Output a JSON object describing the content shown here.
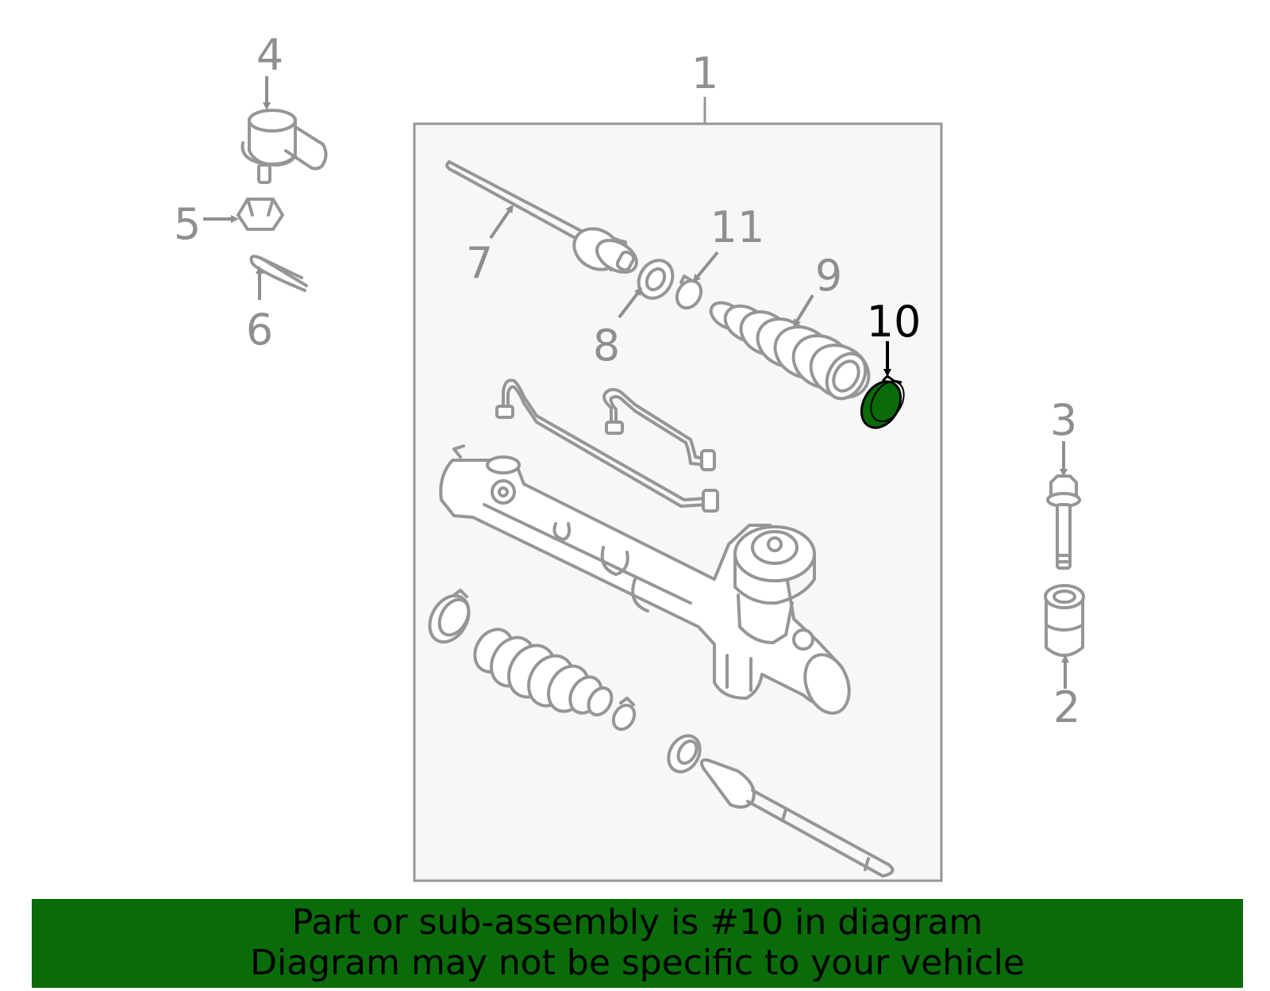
{
  "labels": {
    "l1": "1",
    "l2": "2",
    "l3": "3",
    "l4": "4",
    "l5": "5",
    "l6": "6",
    "l7": "7",
    "l8": "8",
    "l9": "9",
    "l10": "10",
    "l11": "11"
  },
  "highlight": {
    "part_number": "10",
    "color": "#0a6b0a"
  },
  "banner": {
    "line1": "Part or sub-assembly is #10 in diagram",
    "line2": "Diagram may not be specific to your vehicle"
  },
  "colors": {
    "line": "#969696",
    "label": "#8f8f8f",
    "box_fill": "#f7f7f7",
    "banner_bg": "#0a6b0a"
  }
}
